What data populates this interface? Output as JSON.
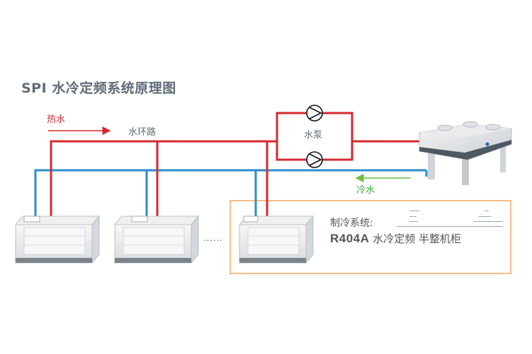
{
  "title": "SPI 水冷定频系统原理图",
  "labels": {
    "hot_water": "热水",
    "water_loop": "水环路",
    "water_pump": "水泵",
    "cold_water": "冷水",
    "ellipsis": "……"
  },
  "system": {
    "label": "制冷系统:",
    "refrigerant": "R404A",
    "description": "水冷定频 半整机柜"
  },
  "colors": {
    "hot_pipe": "#d7282d",
    "cold_pipe": "#2b8ccb",
    "return_arrow": "#6abf3f",
    "system_box": "#f0a65a",
    "title": "#5f6b78"
  }
}
